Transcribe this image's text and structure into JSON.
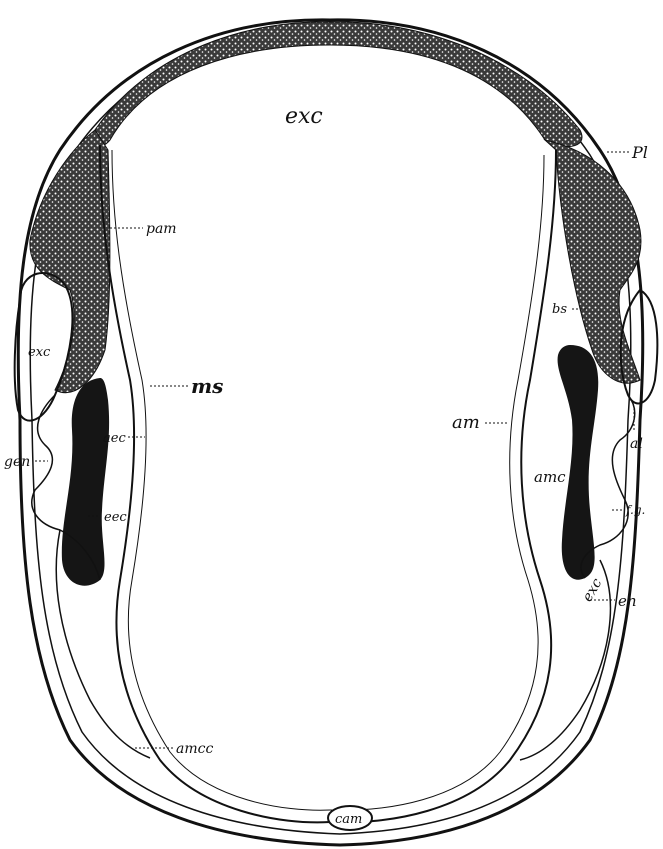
{
  "figure": {
    "labels": {
      "exc_top": "exc",
      "pl": "Pl",
      "pam": "pam",
      "bs": "bs",
      "exc_left": "exc",
      "ms": "ms",
      "aec": "aec",
      "am": "am",
      "al": "al",
      "gen": "gen",
      "eec": "eec",
      "amc": "amc",
      "fg": "f.g.",
      "exc_right": "exc",
      "en": "en",
      "amcc": "amcc",
      "cam": "cam"
    }
  }
}
